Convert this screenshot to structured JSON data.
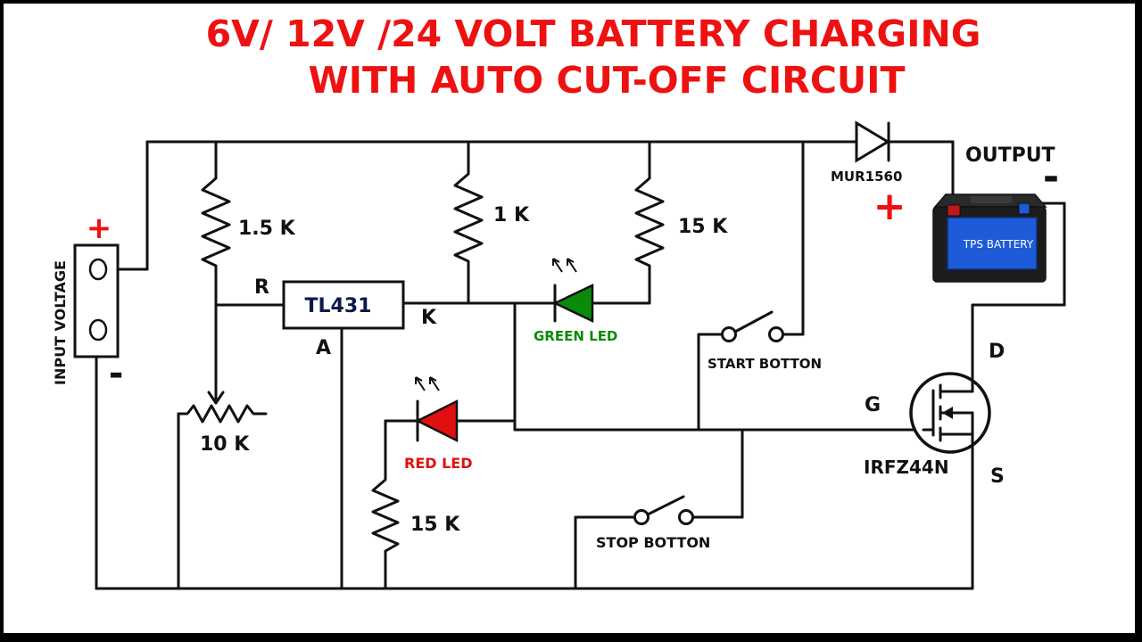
{
  "title": {
    "line1": "6V/ 12V /24 VOLT BATTERY CHARGING",
    "line2": "WITH AUTO CUT-OFF CIRCUIT"
  },
  "input": {
    "label": "INPUT VOLTAGE",
    "plus": "+",
    "minus": "-"
  },
  "resistors": {
    "r1": "1.5 K",
    "r2": "1 K",
    "r3": "15 K",
    "r4": "15 K",
    "pot": "10 K"
  },
  "ic": {
    "name": "TL431",
    "pin_r": "R",
    "pin_k": "K",
    "pin_a": "A"
  },
  "leds": {
    "green": "GREEN LED",
    "red": "RED LED"
  },
  "switches": {
    "start": "START BOTTON",
    "stop": "STOP BOTTON"
  },
  "diode": {
    "name": "MUR1560"
  },
  "output": {
    "label": "OUTPUT",
    "plus": "+",
    "minus": "-",
    "battery_label": "TPS BATTERY"
  },
  "mosfet": {
    "name": "IRFZ44N",
    "g": "G",
    "d": "D",
    "s": "S"
  },
  "colors": {
    "title": "#ee1111",
    "green_led": "#0a8a0a",
    "red_led": "#e01010",
    "battery_blue": "#1e5bd8",
    "wire": "#111111"
  }
}
